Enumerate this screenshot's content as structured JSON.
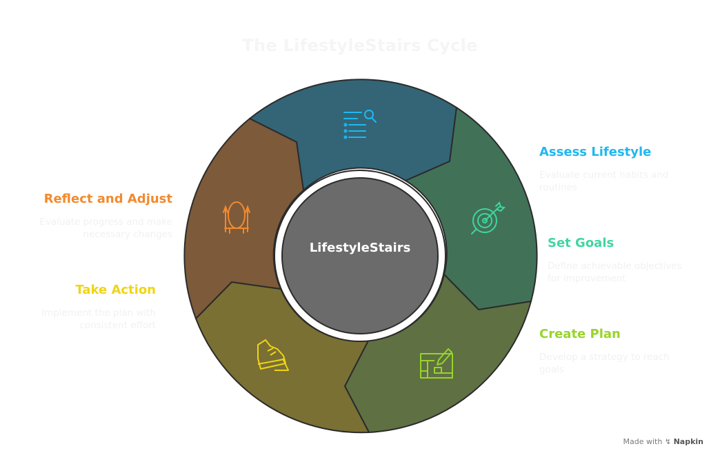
{
  "title": "The LifestyleStairs Cycle",
  "center_label": "LifestyleStairs",
  "colors": {
    "assess": "#336577",
    "goals": "#417258",
    "plan": "#5f7043",
    "action": "#7a7034",
    "reflect": "#7d5a3a",
    "center": "#6b6b6b"
  },
  "steps": [
    {
      "title": "Assess Lifestyle",
      "desc1": "Evaluate current habits and",
      "desc2": "routines",
      "color": "#1fb8f0",
      "icon": "list-search-icon"
    },
    {
      "title": "Set Goals",
      "desc1": "Define achievable objectives",
      "desc2": "for improvement",
      "color": "#3ed6a0",
      "icon": "target-icon"
    },
    {
      "title": "Create Plan",
      "desc1": "Develop a strategy to reach",
      "desc2": "goals",
      "color": "#98d42a",
      "icon": "blueprint-icon"
    },
    {
      "title": "Take Action",
      "desc1": "Implement the plan with",
      "desc2": "consistent effort",
      "color": "#f0d514",
      "icon": "sneaker-icon"
    },
    {
      "title": "Reflect and Adjust",
      "desc1": "Evaluate progress and make",
      "desc2": "necessary changes",
      "color": "#f28a2e",
      "icon": "mirror-icon"
    }
  ],
  "footer": {
    "made_with": "Made with",
    "brand": "Napkin"
  }
}
